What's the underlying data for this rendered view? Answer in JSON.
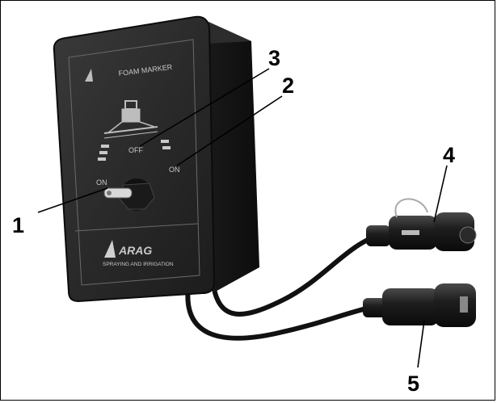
{
  "figure": {
    "panel_title": "FOAM MARKER",
    "switch_positions": {
      "left": "ON",
      "center": "OFF",
      "right": "ON"
    },
    "brand": "ARAG",
    "brand_tagline": "SPRAYING AND IRRIGATION",
    "callouts": [
      "1",
      "2",
      "3",
      "4",
      "5"
    ]
  }
}
